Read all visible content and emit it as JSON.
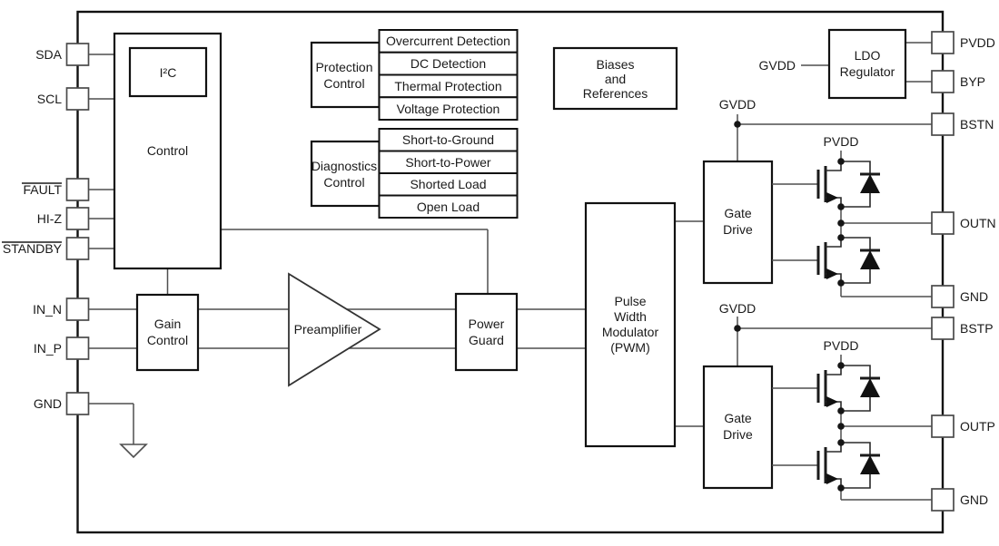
{
  "colors": {
    "background": "#ffffff",
    "block_border": "#111111",
    "wire": "#4f4f4f",
    "text": "#1a1a1a"
  },
  "pins": {
    "left": [
      {
        "label": "SDA"
      },
      {
        "label": "SCL"
      },
      {
        "label": "FAULT",
        "overline": true
      },
      {
        "label": "HI-Z"
      },
      {
        "label": "STANDBY",
        "overline": true
      },
      {
        "label": "IN_N"
      },
      {
        "label": "IN_P"
      },
      {
        "label": "GND"
      }
    ],
    "right": [
      {
        "label": "PVDD"
      },
      {
        "label": "BYP"
      },
      {
        "label": "BSTN"
      },
      {
        "label": "OUTN"
      },
      {
        "label": "GND"
      },
      {
        "label": "BSTP"
      },
      {
        "label": "OUTP"
      },
      {
        "label": "GND"
      }
    ]
  },
  "blocks": {
    "control": {
      "label": "Control"
    },
    "i2c": {
      "label": "I²C"
    },
    "gain_control": {
      "line1": "Gain",
      "line2": "Control"
    },
    "preamplifier": {
      "label": "Preamplifier"
    },
    "power_guard": {
      "line1": "Power",
      "line2": "Guard"
    },
    "pwm": {
      "line1": "Pulse",
      "line2": "Width",
      "line3": "Modulator",
      "line4": "(PWM)"
    },
    "gate_drive_top": {
      "line1": "Gate",
      "line2": "Drive"
    },
    "gate_drive_bottom": {
      "line1": "Gate",
      "line2": "Drive"
    },
    "ldo_regulator": {
      "line1": "LDO",
      "line2": "Regulator"
    },
    "biases": {
      "line1": "Biases",
      "line2": "and",
      "line3": "References"
    },
    "protection_control": {
      "line1": "Protection",
      "line2": "Control"
    },
    "diagnostics_control": {
      "line1": "Diagnostics",
      "line2": "Control"
    }
  },
  "protection_items": [
    "Overcurrent Detection",
    "DC Detection",
    "Thermal Protection",
    "Voltage Protection"
  ],
  "diagnostics_items": [
    "Short-to-Ground",
    "Short-to-Power",
    "Shorted Load",
    "Open Load"
  ],
  "net_labels": {
    "ldo_input": "GVDD",
    "gvdd_top": "GVDD",
    "pvdd_top": "PVDD",
    "gvdd_bottom": "GVDD",
    "pvdd_bottom": "PVDD"
  }
}
